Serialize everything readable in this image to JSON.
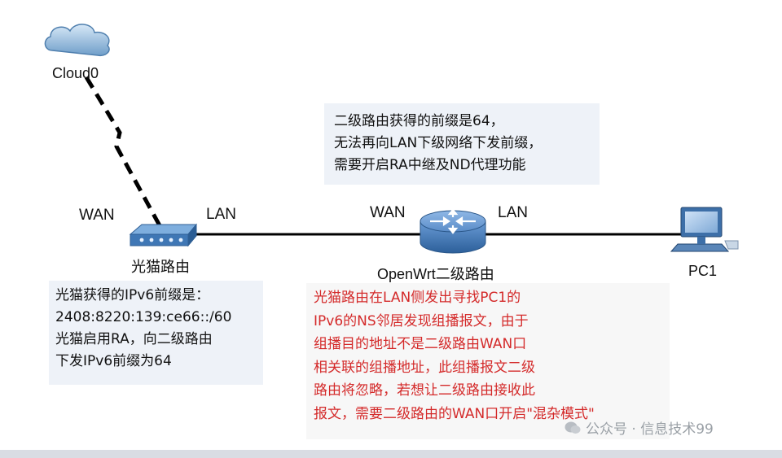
{
  "devices": {
    "cloud": "Cloud0",
    "modem": "光猫路由",
    "router": "OpenWrt二级路由",
    "pc": "PC1"
  },
  "ports": {
    "modem_wan": "WAN",
    "modem_lan": "LAN",
    "router_wan": "WAN",
    "router_lan": "LAN"
  },
  "notes": {
    "router_prefix": [
      "二级路由获得的前缀是64，",
      "无法再向LAN下级网络下发前缀，",
      "需要开启RA中继及ND代理功能"
    ],
    "modem_prefix": [
      "光猫获得的IPv6前缀是：",
      "2408:8220:139:ce66::/60",
      "光猫启用RA，向二级路由",
      "下发IPv6前缀为64"
    ],
    "multicast": [
      "光猫路由在LAN侧发出寻找PC1的",
      "IPv6的NS邻居发现组播报文，由于",
      "组播目的地址不是二级路由WAN口",
      "相关联的组播地址，此组播报文二级",
      "路由将忽略，若想让二级路由接收此",
      "报文，需要二级路由的WAN口开启\"混杂模式\""
    ]
  },
  "watermark": "公众号 · 信息技术99",
  "colors": {
    "note_bg": "#eef2f8",
    "warning_text": "#d42a2a",
    "link": "#000000",
    "device_blue": "#3f77b5"
  }
}
